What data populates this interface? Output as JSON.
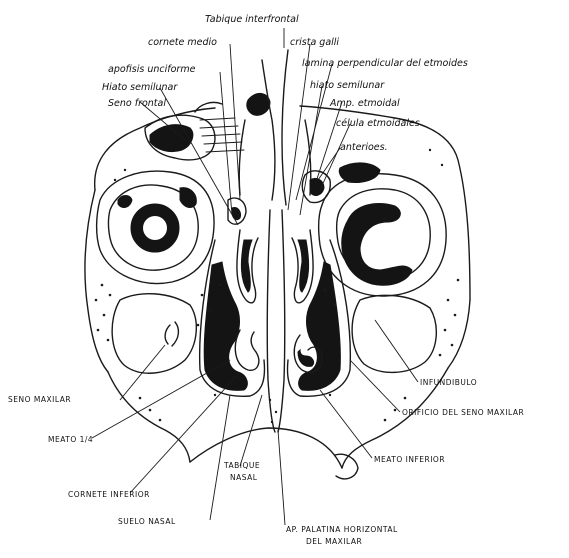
{
  "labels": {
    "tabique_interfrontal": "Tabique interfrontal",
    "cornete_medio": "cornete medio",
    "crista_galli": "crista galli",
    "apofisis_unciforme": "apofisis unciforme",
    "lamina_perpendicular": "lamina perpendicular del etmoides",
    "hiato_semilunar_left": "Hiato semilunar",
    "hiato_semilunar_right": "hiato semilunar",
    "seno_frontal": "Seno frontal",
    "amp_etmoidal": "Amp. etmoidal",
    "celulas_etmoidales": "célula etmoidales",
    "anteriores": "anterioes.",
    "infundibulo": "INFUNDIBULO",
    "seno_maxilar": "SENO MAXILAR",
    "orificio_seno_maxilar": "ORIFICIO DEL SENO MAXILAR",
    "meato": "MEATO 1/4",
    "meato_inferior": "MEATO INFERIOR",
    "tabique_nasal_1": "TABIQUE",
    "tabique_nasal_2": "NASAL",
    "cornete_inferior": "CORNETE INFERIOR",
    "suelo_nasal": "SUELO NASAL",
    "ap_palatina_1": "AP. PALATINA HORIZONTAL",
    "ap_palatina_2": "DEL MAXILAR"
  }
}
